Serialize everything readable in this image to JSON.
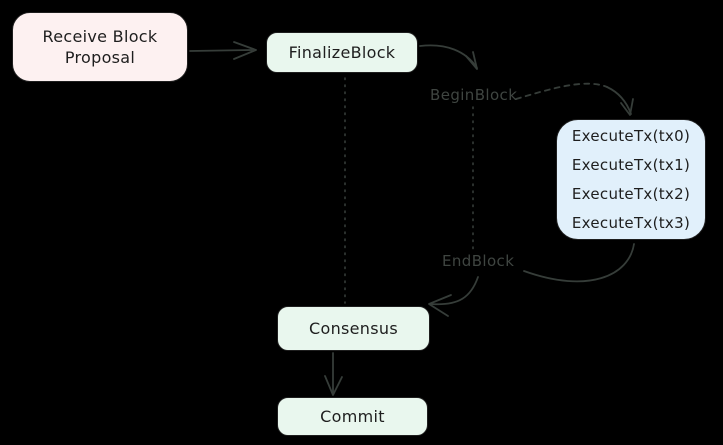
{
  "nodes": {
    "receive": {
      "label": "Receive Block Proposal"
    },
    "finalize": {
      "label": "FinalizeBlock"
    },
    "execute": {
      "lines": [
        "ExecuteTx(tx0)",
        "ExecuteTx(tx1)",
        "ExecuteTx(tx2)",
        "ExecuteTx(tx3)"
      ]
    },
    "consensus": {
      "label": "Consensus"
    },
    "commit": {
      "label": "Commit"
    }
  },
  "labels": {
    "begin_block": "BeginBlock",
    "end_block": "EndBlock"
  },
  "colors": {
    "background": "#000000",
    "node_border": "#1e1e1e",
    "node_text": "#1e1e1e",
    "pink_fill": "#fdf1f1",
    "green_fill": "#e9f7ee",
    "blue_fill": "#e1f0fb",
    "connector": "#363d39",
    "phase_label": "#3f4541"
  }
}
